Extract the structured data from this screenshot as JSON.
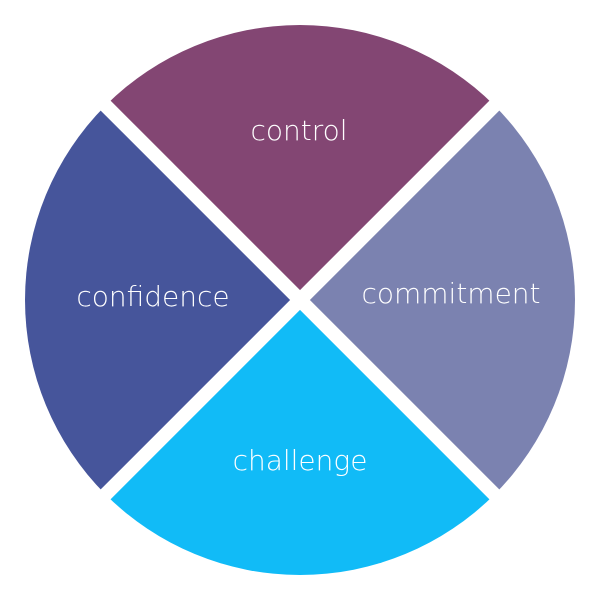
{
  "diagram": {
    "background": "#ffffff",
    "separator_color": "#ffffff",
    "segments": [
      {
        "key": "control",
        "label": "control",
        "color": "#834673"
      },
      {
        "key": "commitment",
        "label": "commitment",
        "color": "#7b82b0"
      },
      {
        "key": "challenge",
        "label": "challenge",
        "color": "#11bbf7"
      },
      {
        "key": "confidence",
        "label": "confidence",
        "color": "#46559b"
      }
    ]
  }
}
